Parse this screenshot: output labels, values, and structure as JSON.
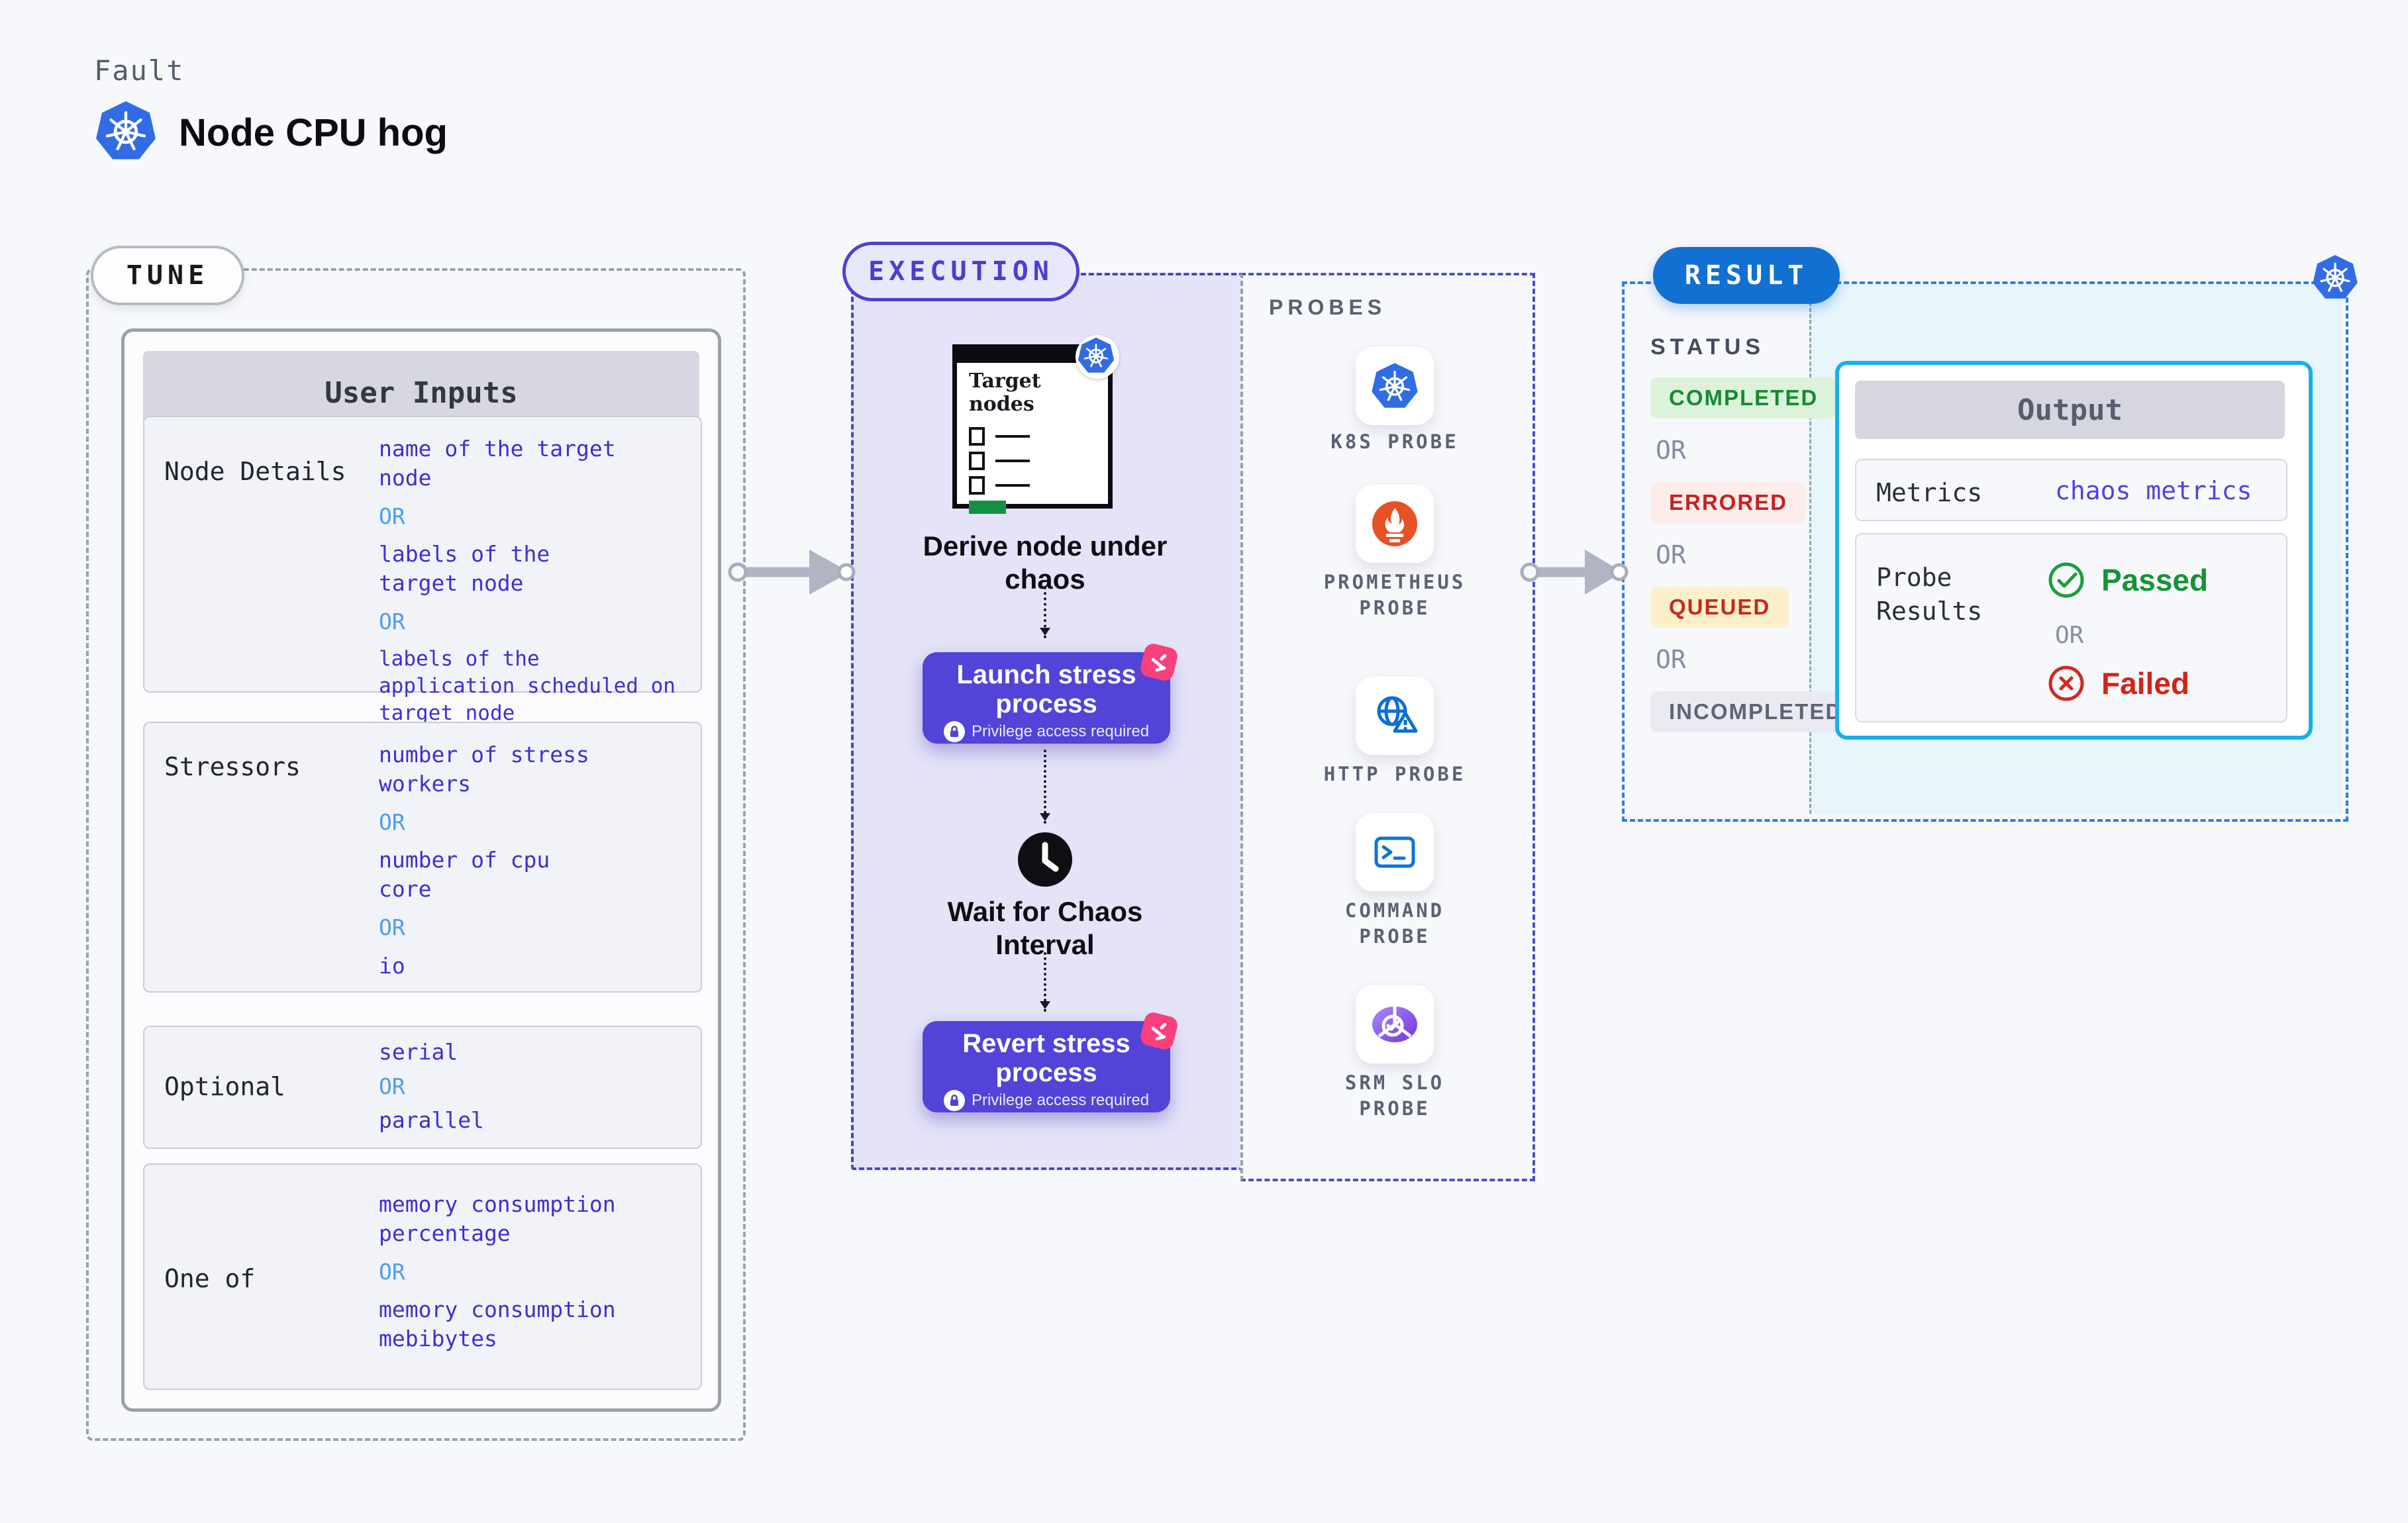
{
  "header": {
    "eyebrow": "Fault",
    "title": "Node CPU hog"
  },
  "tune": {
    "tag": "TUNE",
    "card_title": "User Inputs",
    "rows": [
      {
        "label": "Node Details",
        "items": [
          "name of the target node",
          "OR",
          "labels of the target node",
          "OR",
          "labels of the application scheduled on target node"
        ]
      },
      {
        "label": "Stressors",
        "items": [
          "number of stress workers",
          "OR",
          "number of cpu core",
          "OR",
          "io"
        ]
      },
      {
        "label": "Optional",
        "items": [
          "serial",
          "OR",
          "parallel"
        ]
      },
      {
        "label": "One of",
        "items": [
          "memory consumption percentage",
          "OR",
          "memory consumption mebibytes"
        ]
      }
    ]
  },
  "execution": {
    "tag": "EXECUTION",
    "doc_title": "Target nodes",
    "derive_caption": "Derive node under chaos",
    "launch_title": "Launch stress process",
    "launch_note": "Privilege access required",
    "wait_caption": "Wait for Chaos Interval",
    "revert_title": "Revert stress process",
    "revert_note": "Privilege access required"
  },
  "probes": {
    "tag": "PROBES",
    "items": [
      {
        "label": "K8S PROBE",
        "icon": "kubernetes-icon"
      },
      {
        "label": "PROMETHEUS PROBE",
        "icon": "prometheus-icon"
      },
      {
        "label": "HTTP PROBE",
        "icon": "globe-warning-icon"
      },
      {
        "label": "COMMAND PROBE",
        "icon": "terminal-icon"
      },
      {
        "label": "SRM SLO PROBE",
        "icon": "slo-pie-check-icon"
      }
    ]
  },
  "result": {
    "tag": "RESULT",
    "status_label": "STATUS",
    "statuses": [
      {
        "kind": "badge",
        "style": "completed",
        "text": "COMPLETED"
      },
      {
        "kind": "or",
        "text": "OR"
      },
      {
        "kind": "badge",
        "style": "errored",
        "text": "ERRORED"
      },
      {
        "kind": "or",
        "text": "OR"
      },
      {
        "kind": "badge",
        "style": "queued",
        "text": "QUEUED"
      },
      {
        "kind": "or",
        "text": "OR"
      },
      {
        "kind": "badge",
        "style": "incompleted",
        "text": "INCOMPLETED"
      }
    ],
    "output": {
      "title": "Output",
      "metrics_label": "Metrics",
      "metrics_value": "chaos metrics",
      "probe_results_label": "Probe Results",
      "passed": "Passed",
      "or": "OR",
      "failed": "Failed"
    }
  },
  "colors": {
    "kubernetes_blue": "#326ce5",
    "accent_indigo": "#4d42cc",
    "execution_bg": "#e4e3f8",
    "value_indigo": "#3d2fd2",
    "or_blue": "#4a9df2",
    "result_blue": "#1270d2",
    "output_border_cyan": "#15b1e8",
    "completed_green": "#178a34",
    "errored_red": "#c5221f",
    "queued_bg": "#fcf0cb",
    "passed_green": "#149436",
    "failed_red": "#d3221a",
    "prometheus_orange": "#e75225",
    "chaos_pink": "#f8407c",
    "doc_green": "#139044",
    "button_indigo": "#5243d9"
  }
}
